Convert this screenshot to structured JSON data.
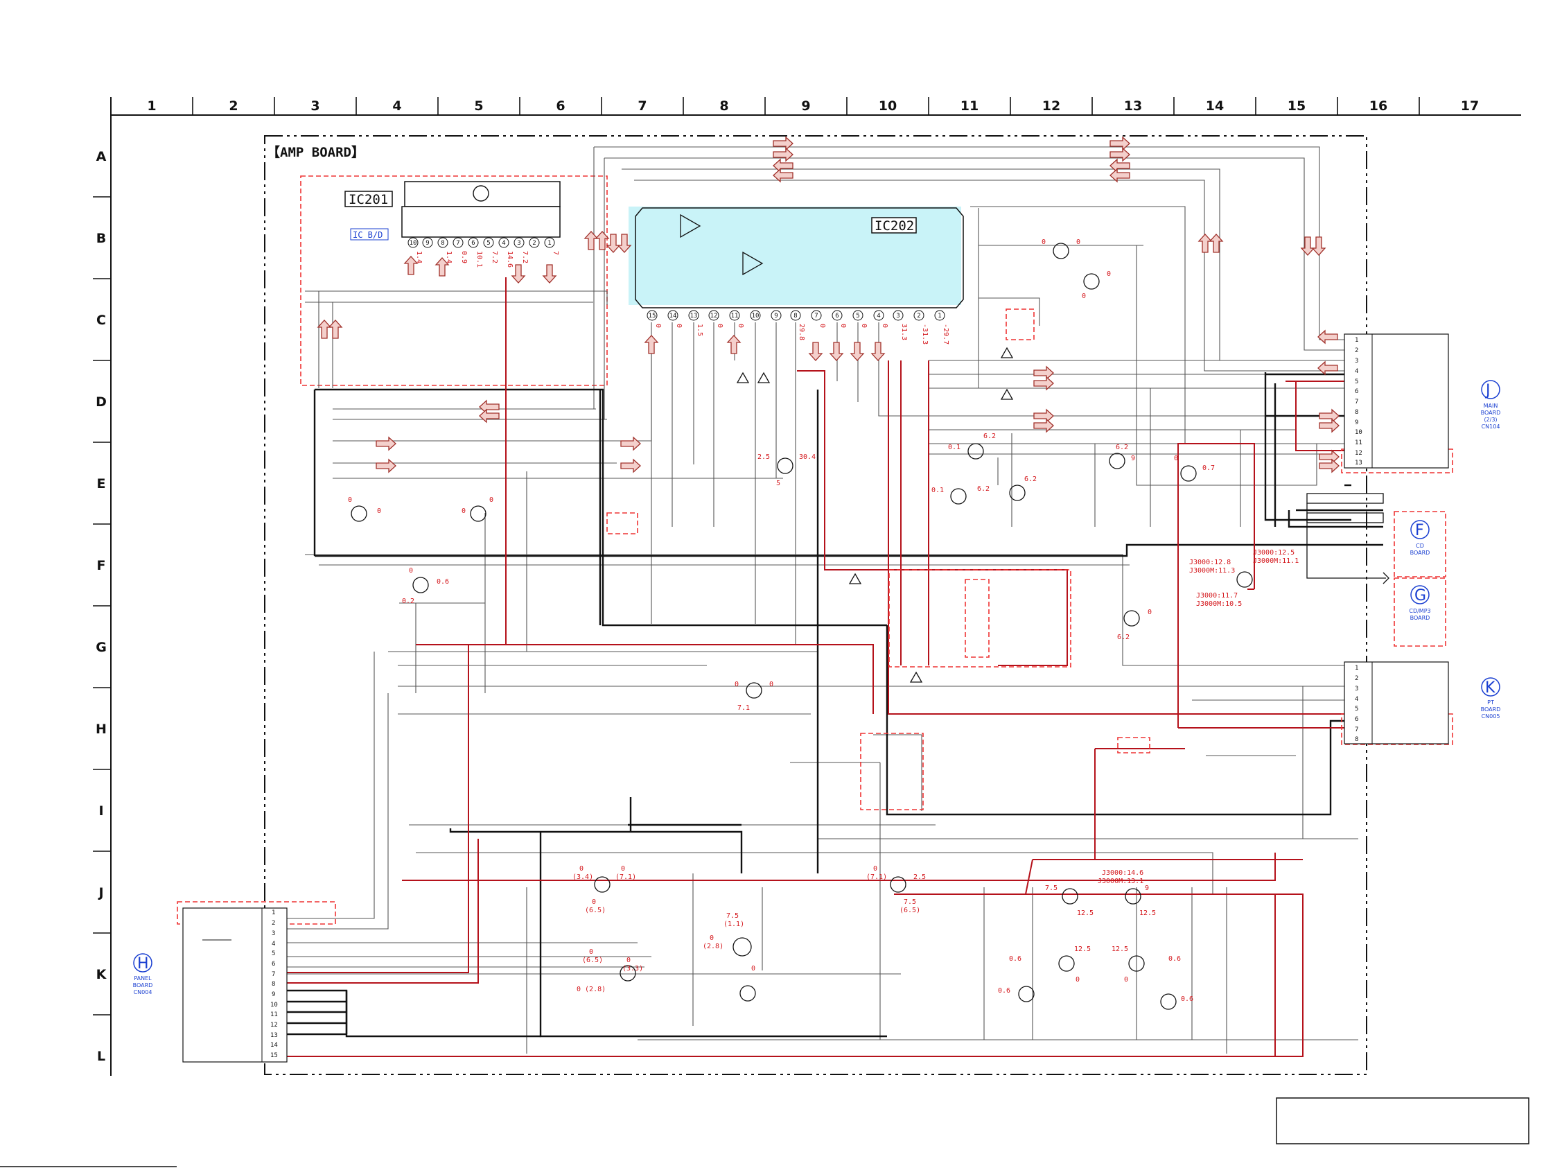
{
  "grid": {
    "columns": [
      "1",
      "2",
      "3",
      "4",
      "5",
      "6",
      "7",
      "8",
      "9",
      "10",
      "11",
      "12",
      "13",
      "14",
      "15",
      "16",
      "17"
    ],
    "rows": [
      "A",
      "B",
      "C",
      "D",
      "E",
      "F",
      "G",
      "H",
      "I",
      "J",
      "K",
      "L"
    ]
  },
  "board_title": "【AMP BOARD】",
  "ic201": {
    "label": "IC201",
    "sub_label": "IC B/D",
    "pins": [
      "10",
      "9",
      "8",
      "7",
      "6",
      "5",
      "4",
      "3",
      "2",
      "1"
    ],
    "voltages": [
      "1.4",
      "1.4",
      "0.9",
      "10.1",
      "7.2",
      "14.6",
      "7.2",
      "7"
    ]
  },
  "ic202": {
    "label": "IC202",
    "pins": [
      "15",
      "14",
      "13",
      "12",
      "11",
      "10",
      "9",
      "8",
      "7",
      "6",
      "5",
      "4",
      "3",
      "2",
      "1"
    ],
    "voltages": [
      "0",
      "0",
      "1.5",
      "0",
      "0",
      "29.8",
      "0",
      "0",
      "0",
      "0",
      "31.3",
      "-31.3",
      "-29.7"
    ]
  },
  "voltages": {
    "q_b1": [
      "0",
      "0"
    ],
    "q_b2": [
      "0",
      "0"
    ],
    "q_e1": [
      "0",
      "0"
    ],
    "q_e2": [
      "0",
      "0"
    ],
    "q_f1": [
      "0",
      "0.6",
      "0.2"
    ],
    "q_e3": [
      "2.5",
      "30.4",
      "5"
    ],
    "q_e4": [
      "0.1",
      "6.2"
    ],
    "q_e5": [
      "0.1",
      "6.2",
      "6.2"
    ],
    "q_e6": [
      "6.2",
      "9"
    ],
    "q_e7": [
      "0",
      "0.7"
    ],
    "q_f2": [
      "J3000:12.8",
      "J3000M:11.3",
      "J3000:12.5",
      "J3000M:11.1",
      "J3000:11.7",
      "J3000M:10.5"
    ],
    "q_g1": [
      "0",
      "6.2"
    ],
    "q_h1": [
      "0",
      "0",
      "7.1"
    ],
    "q_j1": [
      "0",
      "(3.4)",
      "0",
      "(7.1)",
      "0",
      "(6.5)"
    ],
    "q_k1": [
      "0",
      "(6.5)",
      "0",
      "(3.3)",
      "0 (2.8)"
    ],
    "q_k2": [
      "7.5",
      "(1.1)",
      "0",
      "(2.8)",
      "0"
    ],
    "q_j2": [
      "0",
      "(7.1)",
      "2.5",
      "7.5",
      "(6.5)"
    ],
    "q_j3": [
      "7.5",
      "12.5",
      "J3000:14.6",
      "J3000M:13.1",
      "9",
      "12.5"
    ],
    "q_k3": [
      "0.6",
      "12.5",
      "0",
      "0.6",
      "12.5",
      "0.6",
      "0",
      "0.6"
    ]
  },
  "connectors": {
    "J": {
      "letter": "J",
      "label": [
        "MAIN",
        "BOARD",
        "(2/3)",
        "CN104"
      ],
      "pins": [
        "1",
        "2",
        "3",
        "4",
        "5",
        "6",
        "7",
        "8",
        "9",
        "10",
        "11",
        "12",
        "13"
      ]
    },
    "K": {
      "letter": "K",
      "label": [
        "PT",
        "BOARD",
        "CN005"
      ],
      "pins": [
        "1",
        "2",
        "3",
        "4",
        "5",
        "6",
        "7",
        "8"
      ]
    },
    "H": {
      "letter": "H",
      "label": [
        "PANEL",
        "BOARD",
        "CN004"
      ],
      "pins": [
        "1",
        "2",
        "3",
        "4",
        "5",
        "6",
        "7",
        "8",
        "9",
        "10",
        "11",
        "12",
        "13",
        "14",
        "15"
      ]
    },
    "F": {
      "letter": "F",
      "label": [
        "CD",
        "BOARD"
      ]
    },
    "G": {
      "letter": "G",
      "label": [
        "CD/MP3",
        "BOARD"
      ]
    }
  },
  "colors": {
    "red_voltage": "#d4161b",
    "blue_label": "#1a3fd1",
    "ic_fill": "#c9f3f8",
    "red_wire": "#b5121b"
  }
}
